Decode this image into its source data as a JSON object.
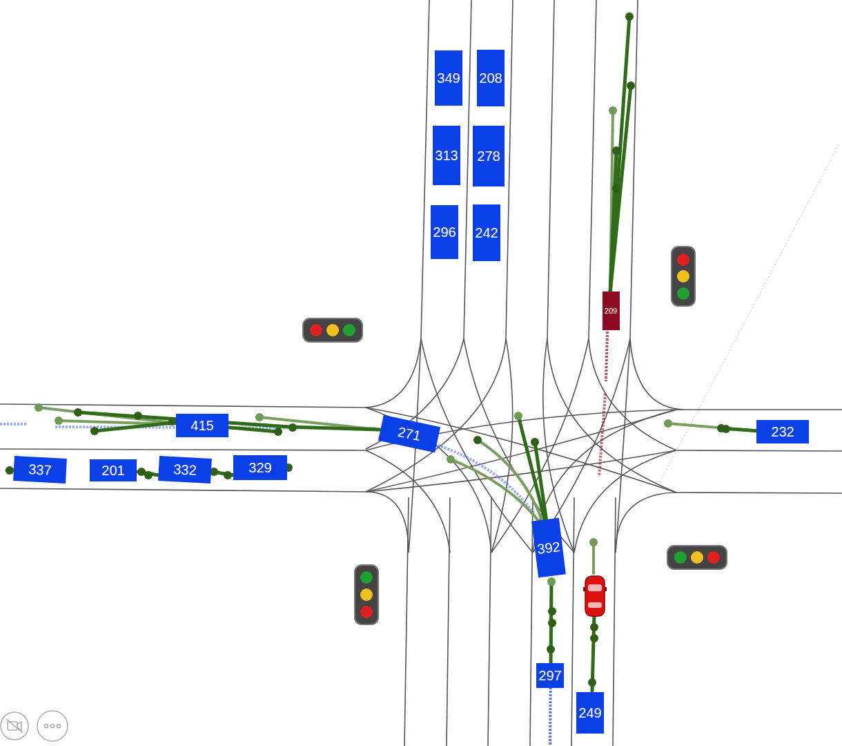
{
  "diagram": {
    "nodes": [
      {
        "text": [
          "349"
        ]
      },
      {
        "text": [
          "208"
        ]
      },
      {
        "text": [
          "313"
        ]
      },
      {
        "text": [
          "278"
        ]
      },
      {
        "text": [
          "296"
        ]
      },
      {
        "text": [
          "242"
        ]
      },
      {
        "text": [
          "209"
        ]
      },
      {
        "text": [
          "415"
        ]
      },
      {
        "text": [
          "271"
        ]
      },
      {
        "text": [
          "232"
        ]
      },
      {
        "text": [
          "337"
        ]
      },
      {
        "text": [
          "201"
        ]
      },
      {
        "text": [
          "332"
        ]
      },
      {
        "text": [
          "329"
        ]
      },
      {
        "text": [
          "392"
        ]
      },
      {
        "text": [
          "297"
        ]
      },
      {
        "text": [
          "249"
        ]
      }
    ]
  }
}
